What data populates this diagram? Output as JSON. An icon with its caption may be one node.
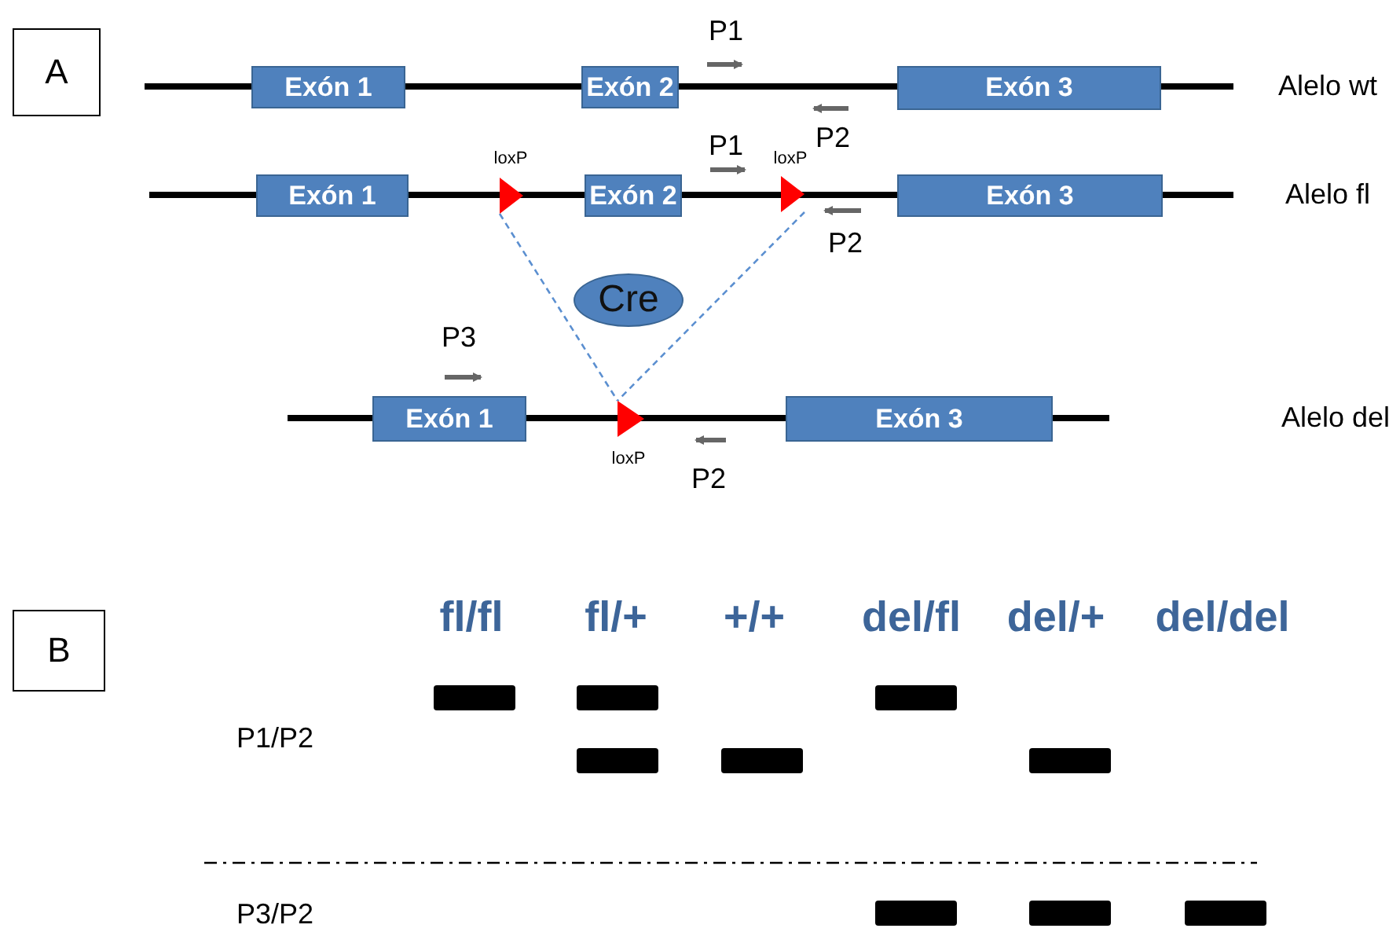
{
  "diagram": {
    "nodes": [
      {
        "text": [
          "A"
        ]
      },
      {
        "text": [
          "Exón 1"
        ]
      },
      {
        "text": [
          "Exón 2"
        ]
      },
      {
        "text": [
          "Exón 3"
        ]
      },
      {
        "text": [
          "Exón 1"
        ]
      },
      {
        "text": [],
        "shape": "triangle",
        "beside": [
          "loxP"
        ]
      },
      {
        "text": [
          "Exón 2"
        ]
      },
      {
        "text": [],
        "shape": "triangle",
        "beside": [
          "loxP"
        ]
      },
      {
        "text": [
          "Exón 3"
        ]
      },
      {
        "text": [
          "Cre"
        ]
      },
      {
        "text": [
          "Exón 1"
        ]
      },
      {
        "text": [],
        "shape": "triangle",
        "beside": [
          "loxP"
        ]
      },
      {
        "text": [
          "Exón 3"
        ]
      },
      {
        "text": [
          "B"
        ]
      }
    ],
    "edges": [
      {
        "from": 5,
        "to": 11,
        "arrow": "none",
        "style": "dashed"
      },
      {
        "from": 7,
        "to": 11,
        "arrow": "none",
        "style": "dashed"
      }
    ],
    "labels": [
      "P1",
      "Alelo wt",
      "P2",
      "P1",
      "Alelo fl",
      "P2",
      "P3",
      "Alelo del",
      "P2",
      "fl/fl",
      "fl/+",
      "+/+",
      "del/fl",
      "del/+",
      "del/del",
      "P1/P2",
      "P3/P2"
    ]
  }
}
